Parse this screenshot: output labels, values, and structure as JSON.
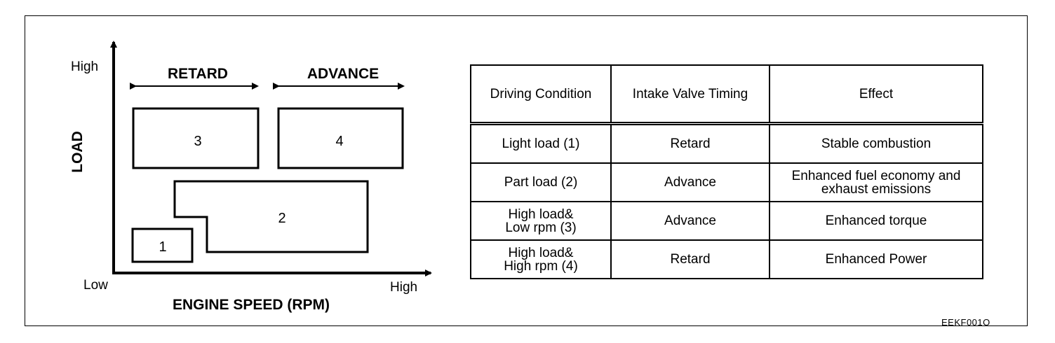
{
  "diagram": {
    "y_axis_label": "LOAD",
    "y_high": "High",
    "low": "Low",
    "x_high": "High",
    "x_axis_label": "ENGINE SPEED (RPM)",
    "retard_label": "RETARD",
    "advance_label": "ADVANCE",
    "regions": [
      "1",
      "2",
      "3",
      "4"
    ]
  },
  "table": {
    "headers": [
      "Driving Condition",
      "Intake Valve Timing",
      "Effect"
    ],
    "rows": [
      {
        "condition": [
          "Light load (1)"
        ],
        "timing": "Retard",
        "effect": [
          "Stable combustion"
        ]
      },
      {
        "condition": [
          "Part load (2)"
        ],
        "timing": "Advance",
        "effect": [
          "Enhanced fuel economy and",
          "exhaust emissions"
        ]
      },
      {
        "condition": [
          "High load&",
          "Low rpm (3)"
        ],
        "timing": "Advance",
        "effect": [
          "Enhanced torque"
        ]
      },
      {
        "condition": [
          "High load&",
          "High rpm (4)"
        ],
        "timing": "Retard",
        "effect": [
          "Enhanced Power"
        ]
      }
    ]
  },
  "figure_code": "EEKF001O"
}
